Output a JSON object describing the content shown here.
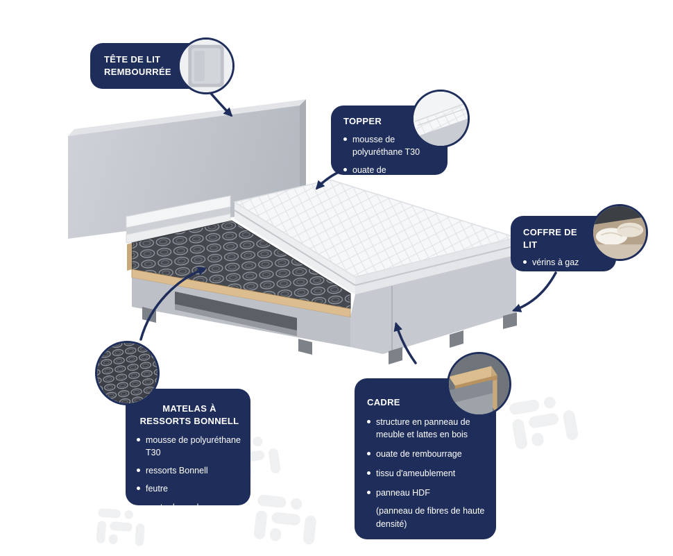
{
  "colors": {
    "navy": "#1e2d5a",
    "background": "#ffffff",
    "bed_gray": "#c9ccd2",
    "wood": "#dcbd8f",
    "spring_dark": "#45484e",
    "text_on_navy": "#ffffff"
  },
  "callouts": {
    "headboard": {
      "title": "TÊTE DE LIT REMBOURRÉE",
      "photo": "headboard-photo"
    },
    "topper": {
      "title": "TOPPER",
      "bullets": [
        "mousse de polyuréthane T30",
        "ouate de rembourrage"
      ],
      "photo": "topper-photo"
    },
    "storage": {
      "title": "COFFRE DE LIT",
      "bullets": [
        "vérins à gaz"
      ],
      "photo": "storage-photo"
    },
    "mattress": {
      "title": "MATELAS À RESSORTS BONNELL",
      "bullets": [
        "mousse de polyuréthane T30",
        "ressorts Bonnell",
        "feutre",
        "ouate de rembourrage"
      ],
      "photo": "springs-photo"
    },
    "frame": {
      "title": "CADRE",
      "bullets": [
        "structure en panneau de meuble et lattes en bois",
        "ouate de rembourrage",
        "tissu d'ameublement",
        "panneau HDF"
      ],
      "note": "(panneau de fibres de haute densité)",
      "photo": "frame-photo"
    }
  }
}
